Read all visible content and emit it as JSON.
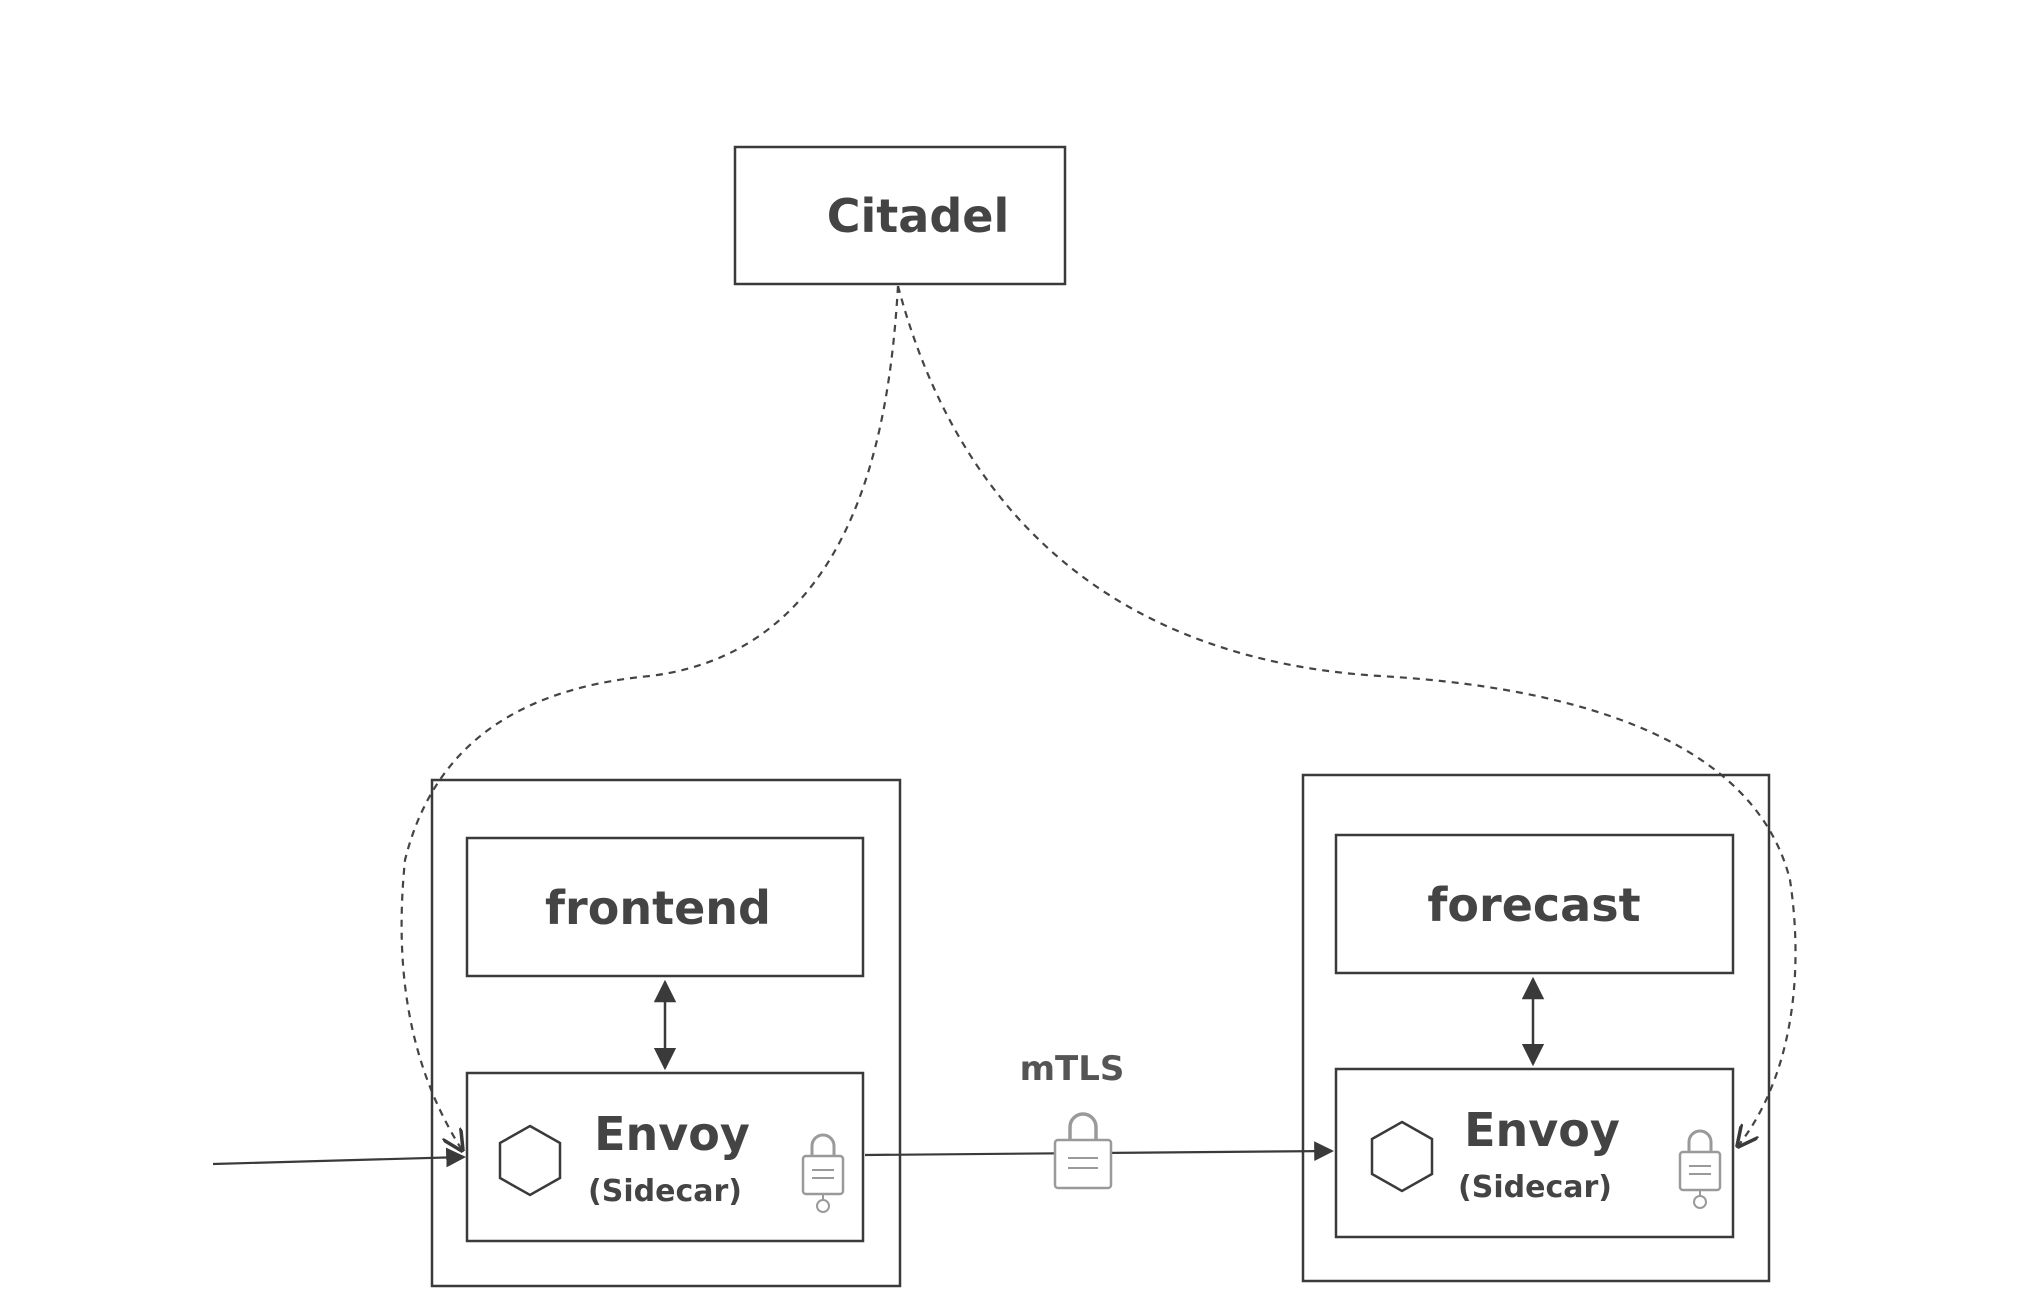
{
  "diagram": {
    "citadel": {
      "label": "Citadel"
    },
    "frontend_pod": {
      "service_label": "frontend",
      "proxy_label": "Envoy",
      "proxy_sublabel": "(Sidecar)",
      "proxy_icon": "hexagon-icon",
      "cert_icon": "certificate-lock-icon"
    },
    "forecast_pod": {
      "service_label": "forecast",
      "proxy_label": "Envoy",
      "proxy_sublabel": "(Sidecar)",
      "proxy_icon": "hexagon-icon",
      "cert_icon": "certificate-lock-icon"
    },
    "connection": {
      "label": "mTLS",
      "icon": "padlock-icon"
    },
    "colors": {
      "stroke": "#3a3a3a",
      "text": "#444444",
      "dashed": "#444444",
      "lock": "#9a9a9a"
    }
  }
}
